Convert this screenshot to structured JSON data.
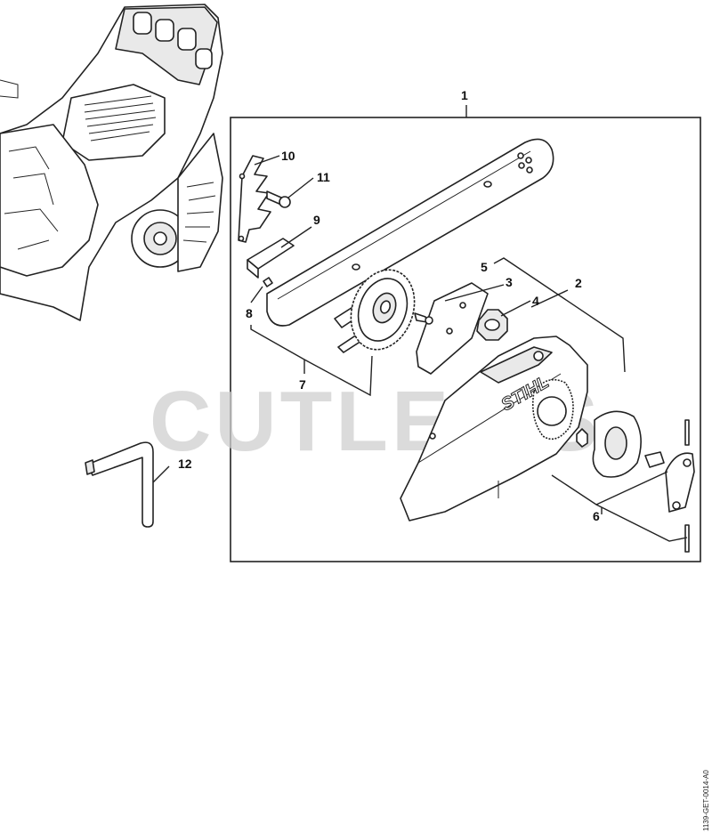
{
  "callouts": {
    "c1": "1",
    "c2": "2",
    "c3": "3",
    "c4": "4",
    "c5": "5",
    "c6": "6",
    "c7": "7",
    "c8": "8",
    "c9": "9",
    "c10": "10",
    "c11": "11",
    "c12": "12"
  },
  "watermark": "CUTLER'S",
  "brand_mark": "STIHL",
  "reference_code": "1139-GET-0014-A0"
}
